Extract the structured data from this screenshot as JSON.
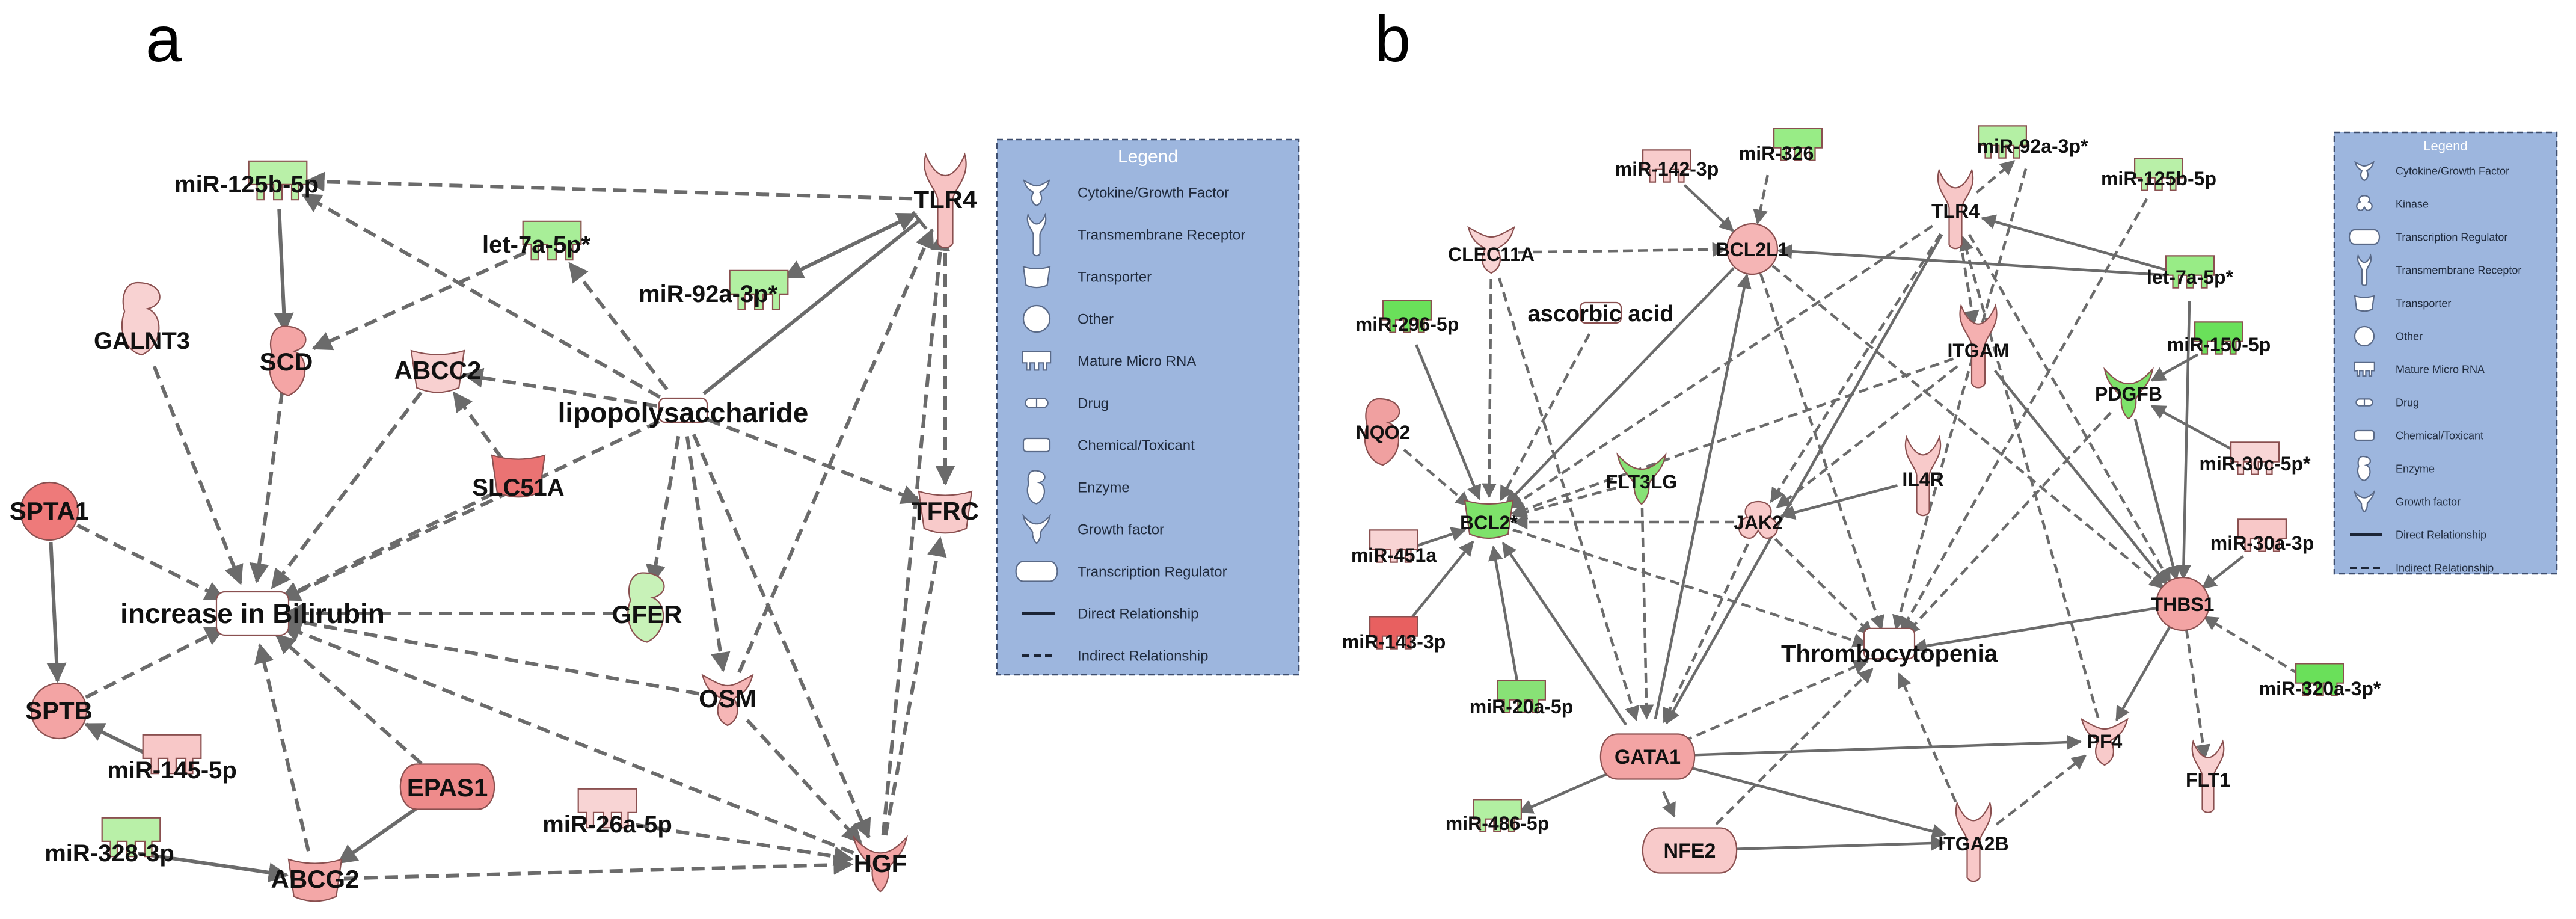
{
  "panels": [
    {
      "id": "a",
      "letter": "a",
      "nodes": [
        {
          "id": "mir125b",
          "label": "miR-125b-5p",
          "shape": "mirna",
          "color": "#b9f0a8"
        },
        {
          "id": "let7a",
          "label": "let-7a-5p*",
          "shape": "mirna",
          "color": "#a8ee98"
        },
        {
          "id": "mir92a",
          "label": "miR-92a-3p*",
          "shape": "mirna",
          "color": "#b2f0a2"
        },
        {
          "id": "tlr4",
          "label": "TLR4",
          "shape": "receptor",
          "color": "#f7c3c3"
        },
        {
          "id": "galnt3",
          "label": "GALNT3",
          "shape": "enzyme",
          "color": "#f8d2d2"
        },
        {
          "id": "scd",
          "label": "SCD",
          "shape": "enzyme",
          "color": "#f4a5a5"
        },
        {
          "id": "abcc2",
          "label": "ABCC2",
          "shape": "transporter",
          "color": "#f8d0d0"
        },
        {
          "id": "lps",
          "label": "lipopolysaccharide",
          "shape": "chemical",
          "color": "#ffffff"
        },
        {
          "id": "slc51a",
          "label": "SLC51A",
          "shape": "transporter",
          "color": "#ea7373"
        },
        {
          "id": "spta1",
          "label": "SPTA1",
          "shape": "other",
          "color": "#ee7a7a"
        },
        {
          "id": "tfrc",
          "label": "TFRC",
          "shape": "transporter",
          "color": "#f8caca"
        },
        {
          "id": "bili",
          "label": "increase in Bilirubin",
          "shape": "function",
          "color": "#ffffff"
        },
        {
          "id": "gfer",
          "label": "GFER",
          "shape": "enzyme",
          "color": "#c8f2b8"
        },
        {
          "id": "sptb",
          "label": "SPTB",
          "shape": "other",
          "color": "#f3a4a4"
        },
        {
          "id": "osm",
          "label": "OSM",
          "shape": "cytokine",
          "color": "#f6b6b6"
        },
        {
          "id": "mir145",
          "label": "miR-145-5p",
          "shape": "mirna",
          "color": "#f8c8c8"
        },
        {
          "id": "epas1",
          "label": "EPAS1",
          "shape": "tr",
          "color": "#ee8b8b"
        },
        {
          "id": "mir26a",
          "label": "miR-26a-5p",
          "shape": "mirna",
          "color": "#f8d4d4"
        },
        {
          "id": "mir328",
          "label": "miR-328-3p",
          "shape": "mirna",
          "color": "#b9f0a8"
        },
        {
          "id": "abcg2",
          "label": "ABCG2",
          "shape": "transporter",
          "color": "#f3a7a7"
        },
        {
          "id": "hgf",
          "label": "HGF",
          "shape": "growth",
          "color": "#f3a4a4"
        }
      ],
      "edges": [
        {
          "from": "tlr4",
          "to": "mir125b",
          "type": "indirect"
        },
        {
          "from": "mir125b",
          "to": "scd",
          "type": "direct"
        },
        {
          "from": "let7a",
          "to": "scd",
          "type": "indirect"
        },
        {
          "from": "tlr4",
          "to": "mir92a",
          "type": "indirect"
        },
        {
          "from": "lps",
          "to": "let7a",
          "type": "indirect"
        },
        {
          "from": "lps",
          "to": "mir125b",
          "type": "indirect"
        },
        {
          "from": "lps",
          "to": "tlr4",
          "type": "inhibit"
        },
        {
          "from": "lps",
          "to": "abcc2",
          "type": "indirect"
        },
        {
          "from": "lps",
          "to": "tfrc",
          "type": "indirect"
        },
        {
          "from": "lps",
          "to": "gfer",
          "type": "indirect"
        },
        {
          "from": "lps",
          "to": "osm",
          "type": "indirect"
        },
        {
          "from": "lps",
          "to": "hgf",
          "type": "indirect"
        },
        {
          "from": "lps",
          "to": "bili",
          "type": "indirect"
        },
        {
          "from": "osm",
          "to": "tlr4",
          "type": "indirect"
        },
        {
          "from": "tlr4",
          "to": "tfrc",
          "type": "indirect"
        },
        {
          "from": "mir92a",
          "to": "tlr4",
          "type": "direct"
        },
        {
          "from": "galnt3",
          "to": "bili",
          "type": "indirect"
        },
        {
          "from": "scd",
          "to": "bili",
          "type": "indirect"
        },
        {
          "from": "abcc2",
          "to": "bili",
          "type": "indirect"
        },
        {
          "from": "slc51a",
          "to": "abcc2",
          "type": "indirect"
        },
        {
          "from": "slc51a",
          "to": "bili",
          "type": "indirect"
        },
        {
          "from": "spta1",
          "to": "bili",
          "type": "indirect"
        },
        {
          "from": "spta1",
          "to": "sptb",
          "type": "direct"
        },
        {
          "from": "sptb",
          "to": "bili",
          "type": "indirect"
        },
        {
          "from": "mir145",
          "to": "sptb",
          "type": "direct"
        },
        {
          "from": "gfer",
          "to": "bili",
          "type": "indirect"
        },
        {
          "from": "osm",
          "to": "bili",
          "type": "indirect"
        },
        {
          "from": "osm",
          "to": "hgf",
          "type": "indirect"
        },
        {
          "from": "epas1",
          "to": "bili",
          "type": "indirect"
        },
        {
          "from": "epas1",
          "to": "abcg2",
          "type": "direct"
        },
        {
          "from": "abcg2",
          "to": "bili",
          "type": "indirect"
        },
        {
          "from": "mir328",
          "to": "abcg2",
          "type": "direct"
        },
        {
          "from": "mir26a",
          "to": "hgf",
          "type": "indirect"
        },
        {
          "from": "hgf",
          "to": "bili",
          "type": "indirect"
        },
        {
          "from": "hgf",
          "to": "tfrc",
          "type": "indirect"
        },
        {
          "from": "hgf",
          "to": "tlr4",
          "type": "indirect"
        },
        {
          "from": "abcg2",
          "to": "hgf",
          "type": "indirect"
        }
      ],
      "legend": {
        "title": "Legend",
        "items": [
          {
            "icon": "cytokine",
            "label": "Cytokine/Growth Factor"
          },
          {
            "icon": "receptor",
            "label": "Transmembrane Receptor"
          },
          {
            "icon": "transporter",
            "label": "Transporter"
          },
          {
            "icon": "other",
            "label": "Other"
          },
          {
            "icon": "mirna",
            "label": "Mature Micro RNA"
          },
          {
            "icon": "drug",
            "label": "Drug"
          },
          {
            "icon": "chemical",
            "label": "Chemical/Toxicant"
          },
          {
            "icon": "enzyme",
            "label": "Enzyme"
          },
          {
            "icon": "growth",
            "label": "Growth factor"
          },
          {
            "icon": "tr",
            "label": "Transcription Regulator"
          },
          {
            "icon": "direct",
            "label": "Direct Relationship"
          },
          {
            "icon": "indirect",
            "label": "Indirect Relationship"
          }
        ]
      }
    },
    {
      "id": "b",
      "letter": "b",
      "nodes": [
        {
          "id": "mir142",
          "label": "miR-142-3p",
          "shape": "mirna",
          "color": "#f8cccc"
        },
        {
          "id": "mir326",
          "label": "miR-326",
          "shape": "mirna",
          "color": "#98ec86"
        },
        {
          "id": "mir92a",
          "label": "miR-92a-3p*",
          "shape": "mirna",
          "color": "#b4f0a4"
        },
        {
          "id": "mir125b",
          "label": "miR-125b-5p",
          "shape": "mirna",
          "color": "#b9f0a8"
        },
        {
          "id": "clec11a",
          "label": "CLEC11A",
          "shape": "cytokine",
          "color": "#f8d4d4"
        },
        {
          "id": "bcl2l1",
          "label": "BCL2L1",
          "shape": "other",
          "color": "#f5b5b5"
        },
        {
          "id": "tlr4",
          "label": "TLR4",
          "shape": "receptor",
          "color": "#f7c7c7"
        },
        {
          "id": "let7a",
          "label": "let-7a-5p*",
          "shape": "mirna",
          "color": "#98ec86"
        },
        {
          "id": "mir296",
          "label": "miR-296-5p",
          "shape": "mirna",
          "color": "#6ae05a"
        },
        {
          "id": "ascorbic",
          "label": "ascorbic acid",
          "shape": "chemical",
          "color": "#ffffff"
        },
        {
          "id": "itgam",
          "label": "ITGAM",
          "shape": "receptor",
          "color": "#f5b0b0"
        },
        {
          "id": "mir150",
          "label": "miR-150-5p",
          "shape": "mirna",
          "color": "#6ae05a"
        },
        {
          "id": "pdgfb",
          "label": "PDGFB",
          "shape": "growth",
          "color": "#7ee26a"
        },
        {
          "id": "nqo2",
          "label": "NQO2",
          "shape": "enzyme",
          "color": "#f0a0a0"
        },
        {
          "id": "flt3lg",
          "label": "FLT3LG",
          "shape": "growth",
          "color": "#88e276"
        },
        {
          "id": "il4r",
          "label": "IL4R",
          "shape": "receptor",
          "color": "#f8caca"
        },
        {
          "id": "mir30c",
          "label": "miR-30c-5p*",
          "shape": "mirna",
          "color": "#f8d6d6"
        },
        {
          "id": "bcl2",
          "label": "BCL2*",
          "shape": "transporter",
          "color": "#7ee26a"
        },
        {
          "id": "jak2",
          "label": "JAK2",
          "shape": "kinase",
          "color": "#f8caca"
        },
        {
          "id": "mir451",
          "label": "miR-451a",
          "shape": "mirna",
          "color": "#f8d4d4"
        },
        {
          "id": "mir30a",
          "label": "miR-30a-3p",
          "shape": "mirna",
          "color": "#f8c8c8"
        },
        {
          "id": "mir143",
          "label": "miR-143-3p",
          "shape": "mirna",
          "color": "#e86060"
        },
        {
          "id": "throm",
          "label": "Thrombocytopenia",
          "shape": "function",
          "color": "#ffffff"
        },
        {
          "id": "thbs1",
          "label": "THBS1",
          "shape": "other",
          "color": "#f3a4a4"
        },
        {
          "id": "mir320",
          "label": "miR-320a-3p*",
          "shape": "mirna",
          "color": "#6ae05a"
        },
        {
          "id": "mir20a",
          "label": "miR-20a-5p",
          "shape": "mirna",
          "color": "#88e276"
        },
        {
          "id": "gata1",
          "label": "GATA1",
          "shape": "tr",
          "color": "#f3a4a4"
        },
        {
          "id": "pf4",
          "label": "PF4",
          "shape": "cytokine",
          "color": "#f8caca"
        },
        {
          "id": "flt1",
          "label": "FLT1",
          "shape": "receptor",
          "color": "#f8d0d0"
        },
        {
          "id": "mir486",
          "label": "miR-486-5p",
          "shape": "mirna",
          "color": "#b2f0a2"
        },
        {
          "id": "nfe2",
          "label": "NFE2",
          "shape": "tr",
          "color": "#f8caca"
        },
        {
          "id": "itga2b",
          "label": "ITGA2B",
          "shape": "receptor",
          "color": "#f8c8c8"
        }
      ],
      "edges": [
        {
          "from": "mir142",
          "to": "bcl2l1",
          "type": "direct"
        },
        {
          "from": "mir326",
          "to": "bcl2l1",
          "type": "indirect"
        },
        {
          "from": "tlr4",
          "to": "mir92a",
          "type": "indirect"
        },
        {
          "from": "let7a",
          "to": "tlr4",
          "type": "direct"
        },
        {
          "from": "let7a",
          "to": "bcl2l1",
          "type": "direct"
        },
        {
          "from": "let7a",
          "to": "thbs1",
          "type": "direct"
        },
        {
          "from": "clec11a",
          "to": "bcl2l1",
          "type": "indirect"
        },
        {
          "from": "clec11a",
          "to": "bcl2",
          "type": "indirect"
        },
        {
          "from": "clec11a",
          "to": "gata1",
          "type": "indirect"
        },
        {
          "from": "mir296",
          "to": "bcl2",
          "type": "direct"
        },
        {
          "from": "ascorbic",
          "to": "bcl2",
          "type": "indirect"
        },
        {
          "from": "nqo2",
          "to": "bcl2",
          "type": "indirect"
        },
        {
          "from": "mir451",
          "to": "bcl2",
          "type": "direct"
        },
        {
          "from": "mir143",
          "to": "bcl2",
          "type": "direct"
        },
        {
          "from": "mir20a",
          "to": "bcl2",
          "type": "direct"
        },
        {
          "from": "bcl2l1",
          "to": "bcl2",
          "type": "direct"
        },
        {
          "from": "bcl2l1",
          "to": "thbs1",
          "type": "indirect"
        },
        {
          "from": "bcl2l1",
          "to": "throm",
          "type": "indirect"
        },
        {
          "from": "tlr4",
          "to": "bcl2",
          "type": "indirect"
        },
        {
          "from": "tlr4",
          "to": "itgam",
          "type": "indirect"
        },
        {
          "from": "tlr4",
          "to": "thbs1",
          "type": "indirect"
        },
        {
          "from": "tlr4",
          "to": "jak2",
          "type": "indirect"
        },
        {
          "from": "tlr4",
          "to": "gata1",
          "type": "direct"
        },
        {
          "from": "itgam",
          "to": "bcl2",
          "type": "indirect"
        },
        {
          "from": "itgam",
          "to": "jak2",
          "type": "indirect"
        },
        {
          "from": "itgam",
          "to": "thbs1",
          "type": "direct"
        },
        {
          "from": "mir150",
          "to": "pdgfb",
          "type": "direct"
        },
        {
          "from": "mir30c",
          "to": "pdgfb",
          "type": "direct"
        },
        {
          "from": "pdgfb",
          "to": "thbs1",
          "type": "direct"
        },
        {
          "from": "pdgfb",
          "to": "throm",
          "type": "indirect"
        },
        {
          "from": "flt3lg",
          "to": "bcl2",
          "type": "indirect"
        },
        {
          "from": "flt3lg",
          "to": "gata1",
          "type": "indirect"
        },
        {
          "from": "il4r",
          "to": "jak2",
          "type": "direct"
        },
        {
          "from": "jak2",
          "to": "bcl2",
          "type": "indirect"
        },
        {
          "from": "jak2",
          "to": "throm",
          "type": "indirect"
        },
        {
          "from": "jak2",
          "to": "gata1",
          "type": "indirect"
        },
        {
          "from": "mir30a",
          "to": "thbs1",
          "type": "direct"
        },
        {
          "from": "thbs1",
          "to": "throm",
          "type": "direct"
        },
        {
          "from": "thbs1",
          "to": "pf4",
          "type": "direct"
        },
        {
          "from": "thbs1",
          "to": "flt1",
          "type": "indirect"
        },
        {
          "from": "mir320",
          "to": "thbs1",
          "type": "indirect"
        },
        {
          "from": "gata1",
          "to": "bcl2l1",
          "type": "direct"
        },
        {
          "from": "gata1",
          "to": "bcl2",
          "type": "direct"
        },
        {
          "from": "gata1",
          "to": "throm",
          "type": "indirect"
        },
        {
          "from": "gata1",
          "to": "pf4",
          "type": "direct"
        },
        {
          "from": "gata1",
          "to": "itga2b",
          "type": "direct"
        },
        {
          "from": "gata1",
          "to": "mir486",
          "type": "direct"
        },
        {
          "from": "gata1",
          "to": "nfe2",
          "type": "direct"
        },
        {
          "from": "nfe2",
          "to": "itga2b",
          "type": "direct"
        },
        {
          "from": "nfe2",
          "to": "throm",
          "type": "indirect"
        },
        {
          "from": "itga2b",
          "to": "pf4",
          "type": "indirect"
        },
        {
          "from": "itga2b",
          "to": "throm",
          "type": "indirect"
        },
        {
          "from": "mir125b",
          "to": "throm",
          "type": "indirect"
        },
        {
          "from": "mir92a",
          "to": "throm",
          "type": "indirect"
        },
        {
          "from": "bcl2",
          "to": "throm",
          "type": "indirect"
        },
        {
          "from": "pf4",
          "to": "tlr4",
          "type": "indirect"
        }
      ],
      "legend": {
        "title": "Legend",
        "items": [
          {
            "icon": "cytokine",
            "label": "Cytokine/Growth Factor"
          },
          {
            "icon": "kinase",
            "label": "Kinase"
          },
          {
            "icon": "tr",
            "label": "Transcription Regulator"
          },
          {
            "icon": "receptor",
            "label": "Transmembrane Receptor"
          },
          {
            "icon": "transporter",
            "label": "Transporter"
          },
          {
            "icon": "other",
            "label": "Other"
          },
          {
            "icon": "mirna",
            "label": "Mature Micro RNA"
          },
          {
            "icon": "drug",
            "label": "Drug"
          },
          {
            "icon": "chemical",
            "label": "Chemical/Toxicant"
          },
          {
            "icon": "enzyme",
            "label": "Enzyme"
          },
          {
            "icon": "growth",
            "label": "Growth factor"
          },
          {
            "icon": "direct",
            "label": "Direct Relationship"
          },
          {
            "icon": "indirect",
            "label": "Indirect Relationship"
          }
        ]
      }
    }
  ],
  "colors": {
    "edge": "#6b6b6b",
    "node_stroke": "#8a5050",
    "legend_bg": "#9db6de",
    "legend_border": "#3e4e6e"
  }
}
